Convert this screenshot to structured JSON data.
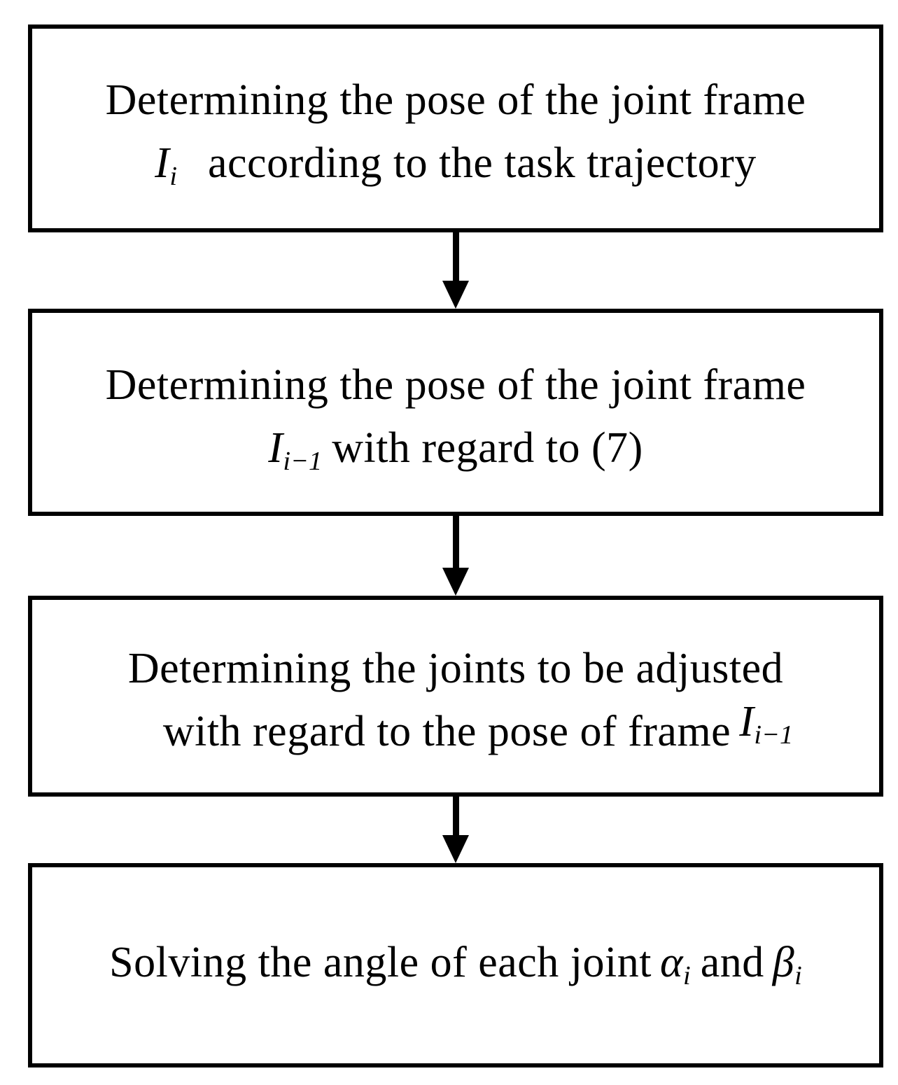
{
  "diagram": {
    "colors": {
      "background": "#ffffff",
      "border": "#000000",
      "text": "#000000"
    },
    "boxes": {
      "box1": {
        "line1": "Determining the pose of the joint frame",
        "math_base": "I",
        "math_sub": "i",
        "line2_rest": "according to the task trajectory"
      },
      "box2": {
        "line1": "Determining the pose of the joint frame",
        "math_base": "I",
        "math_sub": "i−1",
        "line2_rest": "with regard to (7)"
      },
      "box3": {
        "line1": "Determining the joints to be adjusted",
        "line2_lead": "with regard to the pose of frame",
        "math_base": "I",
        "math_sub": "i−1"
      },
      "box4": {
        "line_lead": "Solving the angle of each joint",
        "alpha_base": "α",
        "alpha_sub": "i",
        "conj": "and",
        "beta_base": "β",
        "beta_sub": "i"
      }
    }
  }
}
